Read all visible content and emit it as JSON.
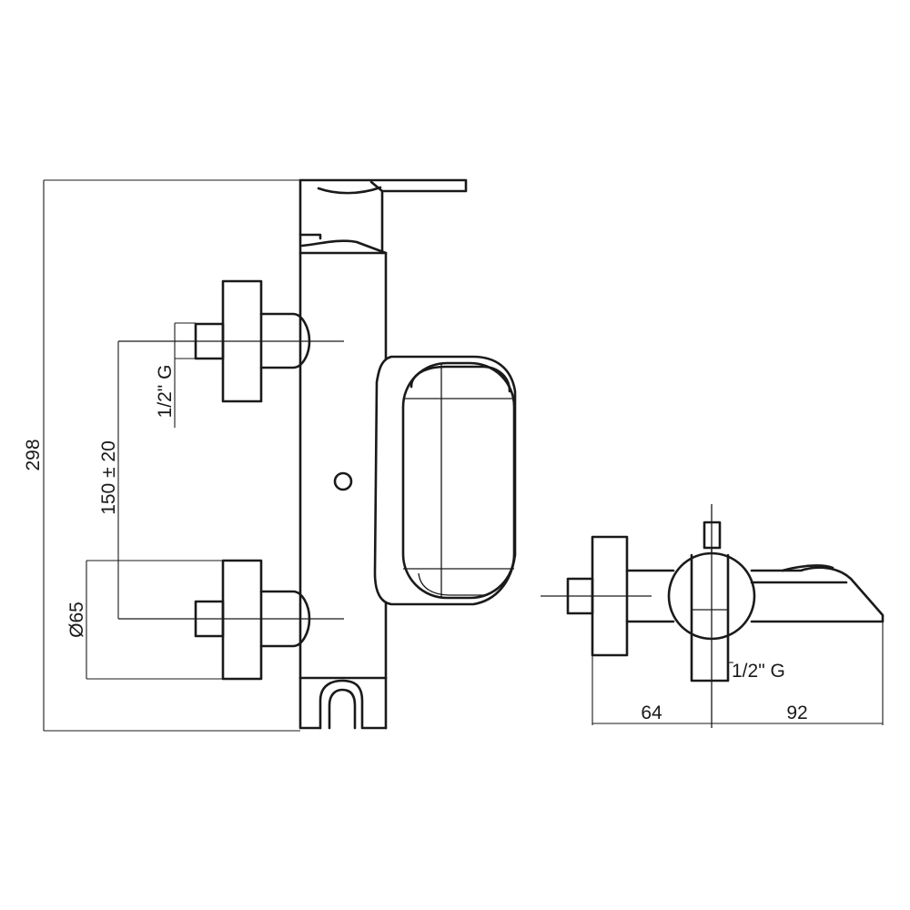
{
  "dimensions": {
    "overall_height": "298",
    "thread_left": "1/2\" G",
    "centers": "150 ± 20",
    "flange_diameter": "Ø65",
    "thread_side": "1/2\" G",
    "depth_body": "64",
    "depth_spout": "92"
  }
}
